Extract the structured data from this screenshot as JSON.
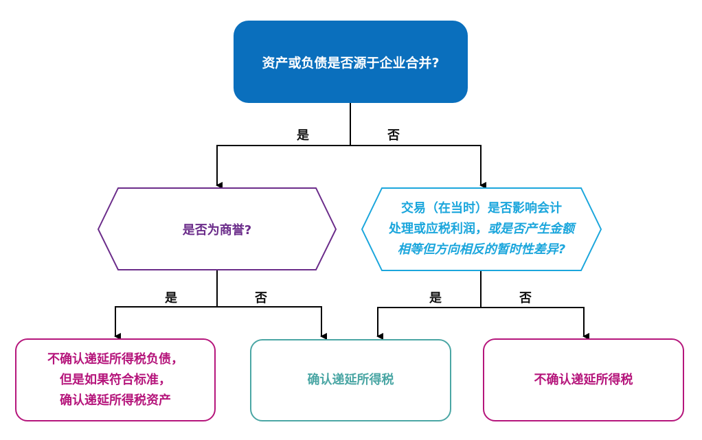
{
  "diagram": {
    "type": "decision-flowchart",
    "colors": {
      "root_fill": "#0a6fbd",
      "left_decision": "#6b2c8a",
      "right_decision": "#1ba6dc",
      "outcome_magenta": "#b5157b",
      "outcome_teal": "#4aa6a4",
      "connector": "#000000"
    },
    "root": {
      "text": "资产或负债是否源于企业合并?"
    },
    "branch_yes": "是",
    "branch_no": "否",
    "left_decision": {
      "text": "是否为商誉?"
    },
    "right_decision": {
      "line1": "交易（在当时）是否影响会计",
      "line2_normal": "处理或应税利润，",
      "line2_italic": "或是否产生金额",
      "line3_italic": "相等但方向相反的暂时性差异?"
    },
    "labels": {
      "root_yes": "是",
      "root_no": "否",
      "left_yes": "是",
      "left_no": "否",
      "right_yes": "是",
      "right_no": "否"
    },
    "outcomes": {
      "left": {
        "line1": "不确认递延所得税负债，",
        "line2": "但是如果符合标准，",
        "line3": "确认递延所得税资产"
      },
      "middle": {
        "text": "确认递延所得税"
      },
      "right": {
        "text": "不确认递延所得税"
      }
    }
  }
}
